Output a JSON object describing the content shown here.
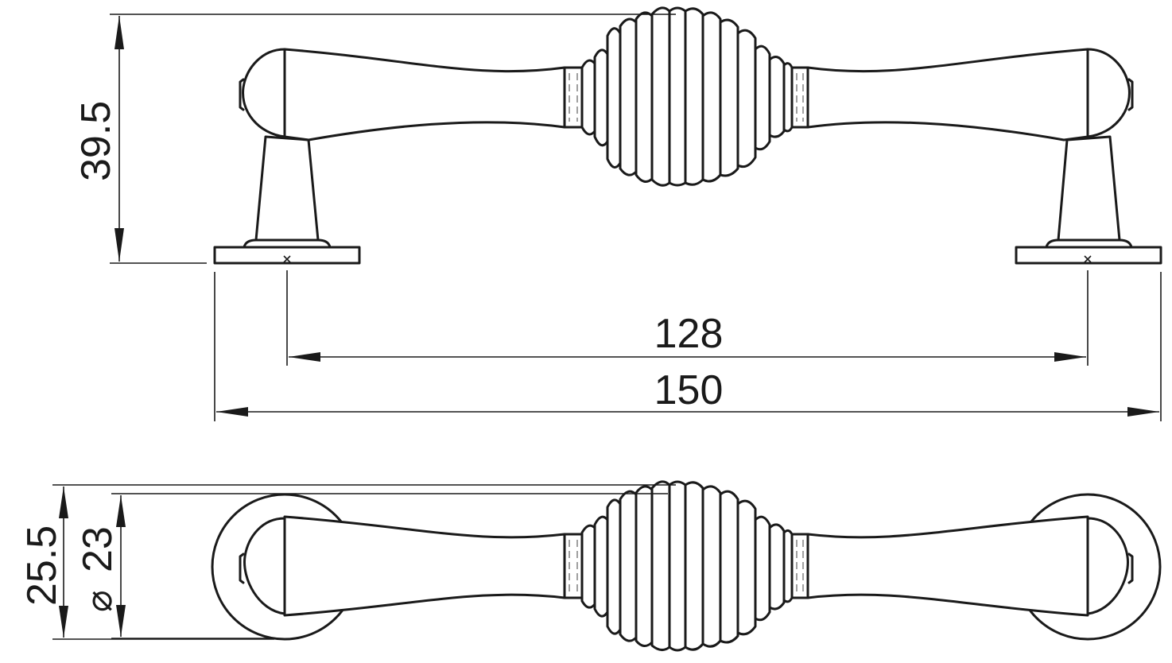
{
  "dimensions": {
    "height_side": "39.5",
    "hole_spacing": "128",
    "overall_length": "150",
    "rose_height": "25.5",
    "knob_diameter": "23",
    "diameter_symbol": "⌀"
  }
}
